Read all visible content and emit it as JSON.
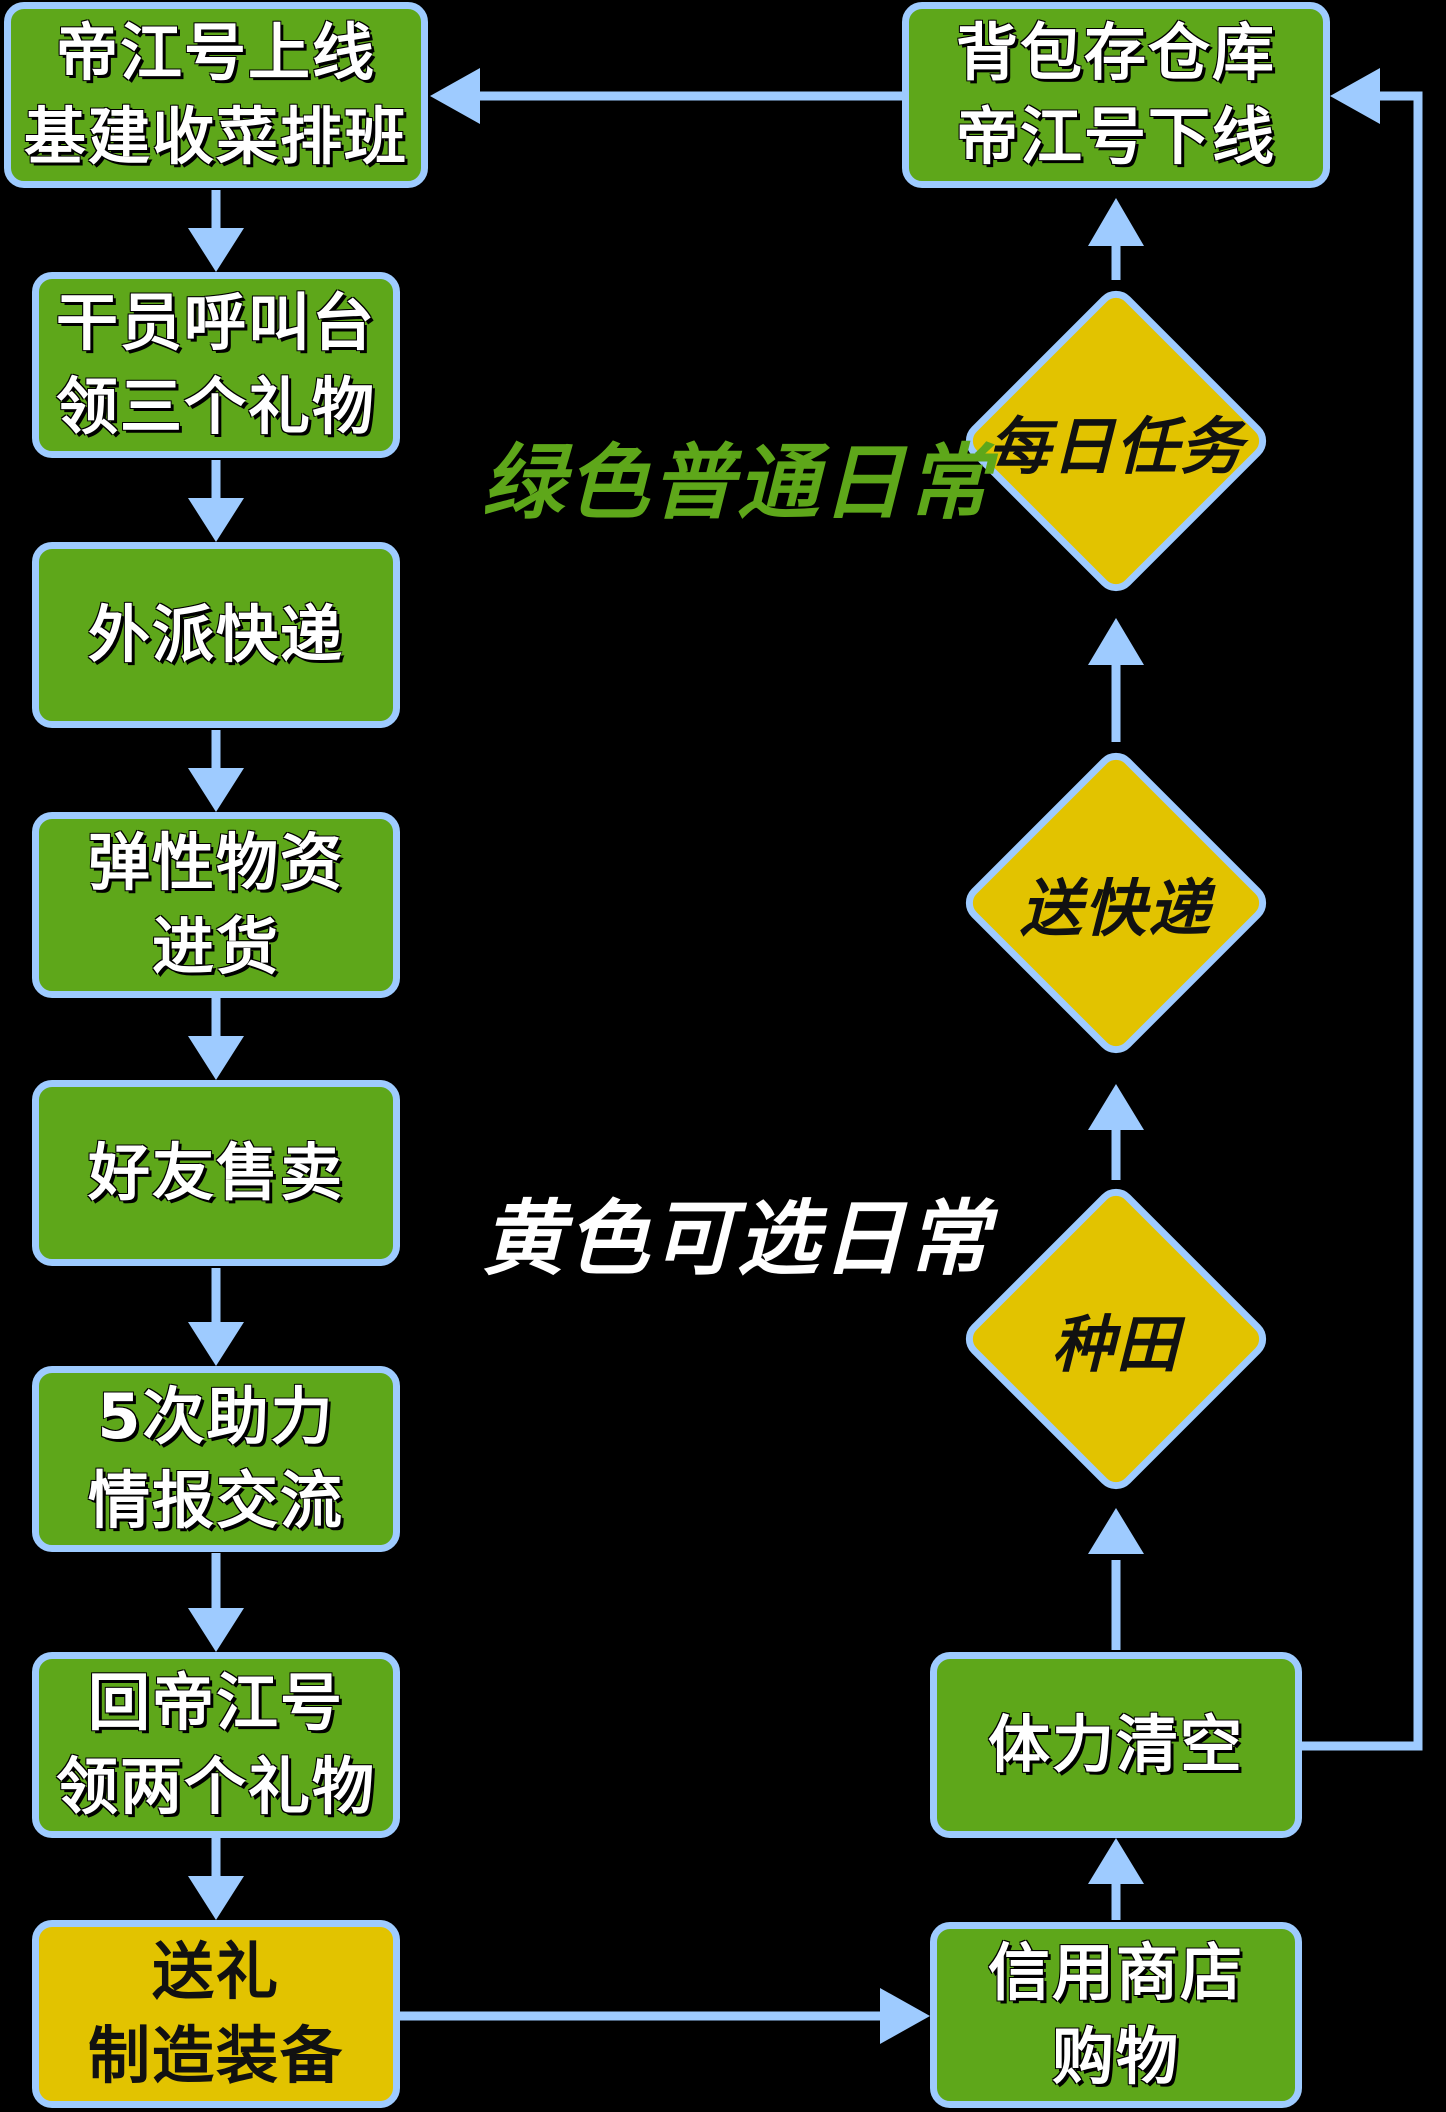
{
  "colors": {
    "green": "#5ea71a",
    "yellow": "#e2c300",
    "border": "#9ecbff",
    "arrow": "#9ecbff",
    "background": "#000000"
  },
  "nodes": {
    "start": {
      "line1": "帝江号上线",
      "line2": "基建收菜排班"
    },
    "call": {
      "line1": "干员呼叫台",
      "line2": "领三个礼物"
    },
    "dispatch": {
      "line1": "外派快递"
    },
    "supply": {
      "line1": "弹性物资",
      "line2": "进货"
    },
    "friend": {
      "line1": "好友售卖"
    },
    "assist": {
      "line1": "5次助力",
      "line2": "情报交流"
    },
    "return": {
      "line1": "回帝江号",
      "line2": "领两个礼物"
    },
    "gift": {
      "line1": "送礼",
      "line2": "制造装备"
    },
    "shop": {
      "line1": "信用商店",
      "line2": "购物"
    },
    "stamina": {
      "line1": "体力清空"
    },
    "farm": {
      "label": "种田"
    },
    "delivery": {
      "label": "送快递"
    },
    "daily": {
      "label": "每日任务"
    },
    "end": {
      "line1": "背包存仓库",
      "line2": "帝江号下线"
    }
  },
  "legend": {
    "green_label": "绿色普通日常",
    "yellow_label": "黄色可选日常"
  }
}
